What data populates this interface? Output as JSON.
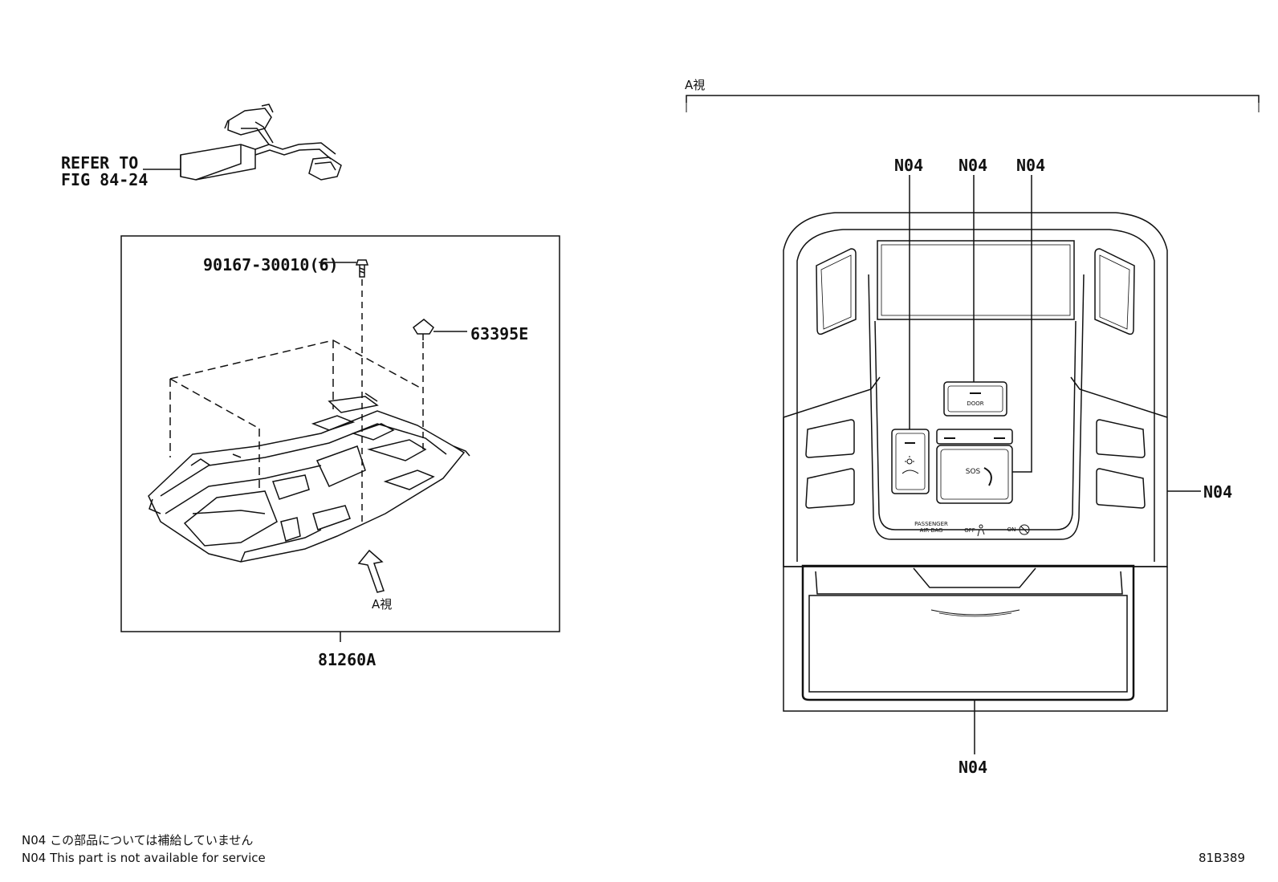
{
  "left": {
    "refer_line1": "REFER TO",
    "refer_line2": "FIG 84-24",
    "bolt_part": "90167-30010(6)",
    "clip_part": "63395E",
    "assembly_part": "81260A",
    "view_arrow_label": "A視"
  },
  "right": {
    "view_title": "A視",
    "callouts": [
      "N04",
      "N04",
      "N04",
      "N04",
      "N04"
    ],
    "panel_text": {
      "door": "DOOR",
      "sos": "SOS",
      "airbag_line1": "PASSENGER",
      "airbag_line2": "AIR BAG",
      "airbag_off": "OFF",
      "airbag_on": "ON"
    }
  },
  "notes": {
    "jp": "N04 この部品については補給していません",
    "en": "N04 This part is not available for service"
  },
  "figure_code": "81B389"
}
